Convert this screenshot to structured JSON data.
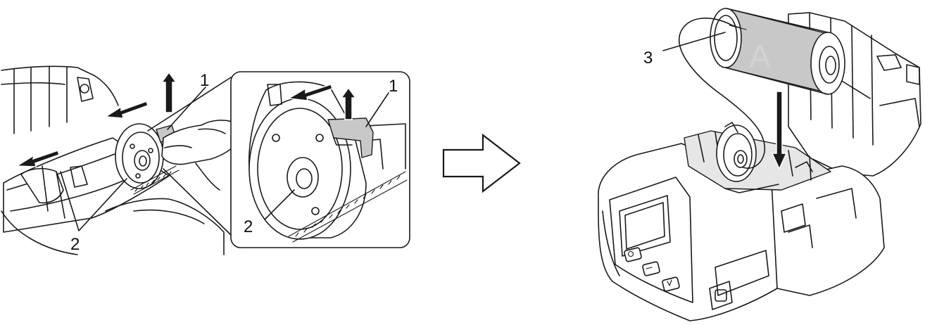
{
  "callouts": {
    "left_panel": {
      "release_lever": "1",
      "roll_guides": "2"
    },
    "inset": {
      "release_lever": "1",
      "roll_guide": "2"
    },
    "right_panel": {
      "roll": "3",
      "roll_letter": "A"
    }
  },
  "icons": {
    "transition_arrow": "hollow-right-arrow",
    "slide_arrows": "slide-arrow",
    "lift_arrow": "up-arrow",
    "insert_arrow": "down-arrow"
  },
  "colors": {
    "line": "#1a1a1a",
    "highlight_gray": "#c8c8c8",
    "roll_gray": "#c8c8c8"
  }
}
